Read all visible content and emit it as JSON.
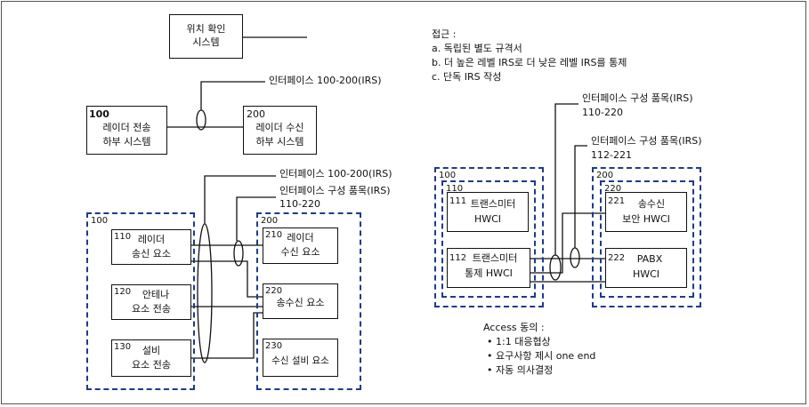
{
  "top_left": {
    "location_system": [
      "위치 확인",
      "시스템"
    ],
    "interface_top": "인터페이스 100-200(IRS)",
    "tx_subsystem": {
      "num": "100",
      "lines": [
        "레이더 전송",
        "하부 시스템"
      ]
    },
    "rx_subsystem": {
      "num": "200",
      "lines": [
        "레이더 수신",
        "하부 시스템"
      ]
    }
  },
  "bottom_left": {
    "interface_irs": "인터페이스 100-200(IRS)",
    "interface_item": [
      "인터페이스 구성 품목(IRS)",
      "110-220"
    ],
    "group_100": "100",
    "group_200": "200",
    "e110": {
      "num": "110",
      "lines": [
        "레이더",
        "송신 요소"
      ]
    },
    "e120": {
      "num": "120",
      "lines": [
        "안테나",
        "요소 전송"
      ]
    },
    "e130": {
      "num": "130",
      "lines": [
        "설비",
        "요소 전송"
      ]
    },
    "e210": {
      "num": "210",
      "lines": [
        "레이더",
        "수신 요소"
      ]
    },
    "e220": {
      "num": "220",
      "lines": [
        "송수신 요소"
      ]
    },
    "e230": {
      "num": "230",
      "lines": [
        "수신 설비 요소"
      ]
    }
  },
  "approach": {
    "title": "접근 :",
    "items": [
      "a. 독립된 별도 규격서",
      "b. 더 높은 레벨 IRS로 더 낮은 레벨 IRS를 통제",
      "c. 단독 IRS 작성"
    ]
  },
  "right": {
    "irs_110_220": [
      "인터페이스 구성 품목(IRS)",
      "110-220"
    ],
    "irs_112_221": [
      "인터페이스 구성 품목(IRS)",
      "112-221"
    ],
    "g100": "100",
    "g110": "110",
    "g200": "200",
    "g220": "220",
    "h111": {
      "num": "111",
      "lines": [
        "트랜스미터",
        "HWCI"
      ]
    },
    "h112": {
      "num": "112",
      "lines": [
        "트랜스미터",
        "통제 HWCI"
      ]
    },
    "h221": {
      "num": "221",
      "lines": [
        "송수신",
        "보안 HWCI"
      ]
    },
    "h222": {
      "num": "222",
      "lines": [
        "PABX",
        "HWCI"
      ]
    }
  },
  "access": {
    "title": "Access 동의 :",
    "items": [
      "1:1 대응협상",
      "요구사항 제시 one end",
      "자동 의사결정"
    ]
  }
}
